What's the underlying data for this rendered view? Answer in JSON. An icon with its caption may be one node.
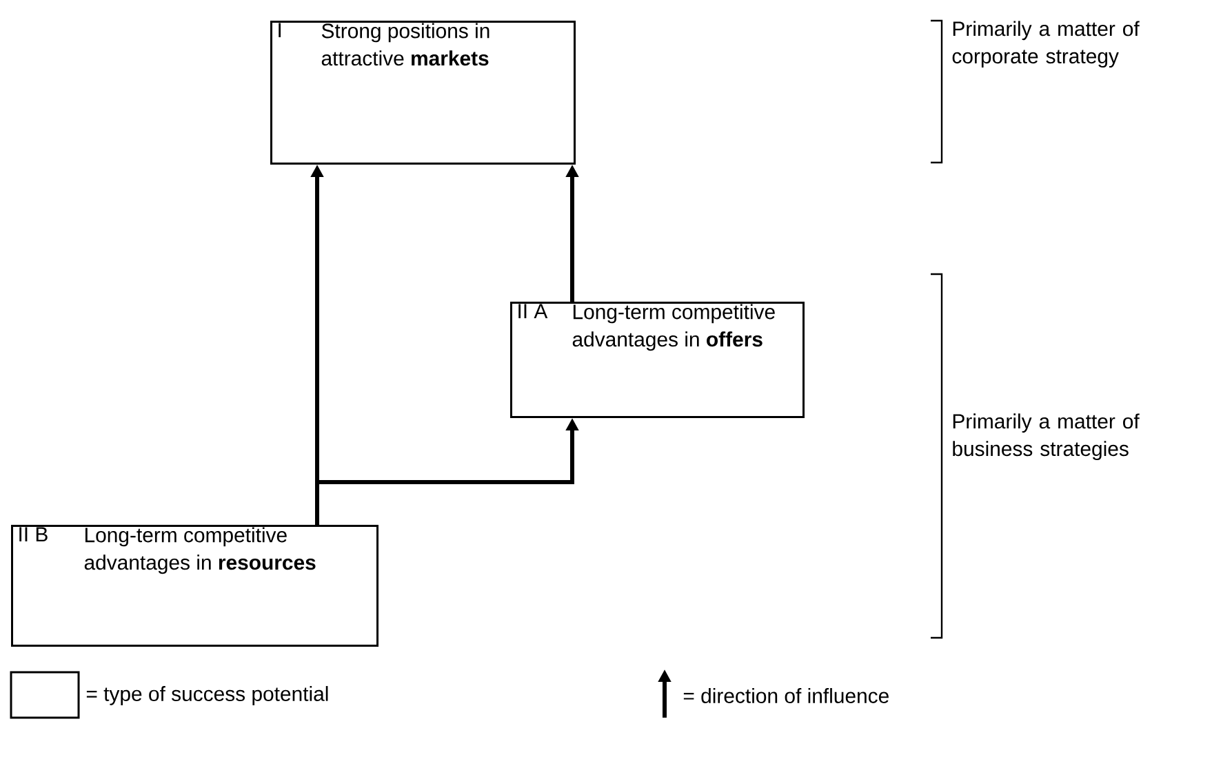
{
  "diagram": {
    "nodes": [
      {
        "text": [
          "I",
          "Strong positions in attractive **markets**"
        ]
      },
      {
        "text": [
          "II A",
          "Long-term competitive advantages in **offers**"
        ]
      },
      {
        "text": [
          "II B",
          "Long-term competitive advantages in **resources**"
        ]
      }
    ],
    "edges": [
      {
        "from": 2,
        "to": 0,
        "arrow": "to"
      },
      {
        "from": 2,
        "to": 1,
        "arrow": "to"
      },
      {
        "from": 1,
        "to": 0,
        "arrow": "to"
      }
    ],
    "labels": [
      "Primarily a matter of corporate strategy",
      "Primarily a matter of business strategies"
    ],
    "legend": [
      {
        "text": "= type of success potential"
      },
      {
        "text": "= direction of influence"
      }
    ]
  }
}
